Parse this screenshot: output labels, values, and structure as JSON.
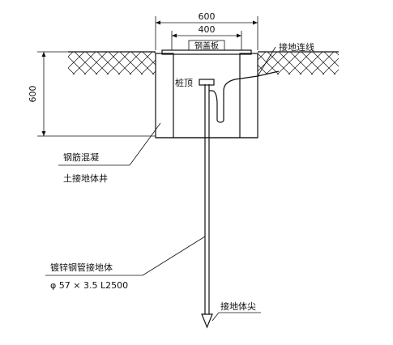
{
  "dimensions": {
    "top_width": "600",
    "inner_width": "400",
    "depth": "600"
  },
  "labels": {
    "steel_cover": "钢盖板",
    "ground_wire": "接地连线",
    "pile_top": "桩顶",
    "well_line1": "钢筋混凝",
    "well_line2": "土接地体井",
    "pipe_line1": "镀锌钢管接地体",
    "pipe_line2": "φ 57 × 3.5 L2500",
    "tip": "接地体尖"
  },
  "colors": {
    "ink": "#111111",
    "background": "#ffffff"
  }
}
